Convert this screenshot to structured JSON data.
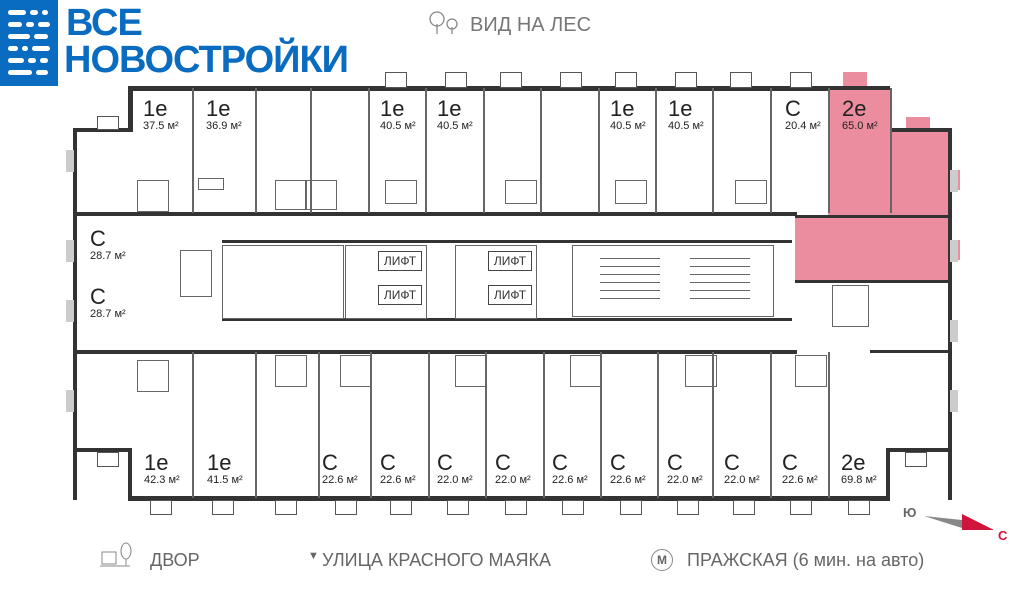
{
  "logo": {
    "line1": "ВСЕ",
    "line2": "НОВОСТРОЙКИ",
    "color": "#0a6cc0"
  },
  "orientation": {
    "top": "ВИД НА ЛЕС",
    "bottom_left": "ДВОР",
    "bottom_center": "УЛИЦА КРАСНОГО МАЯКА",
    "metro": "ПРАЖСКАЯ (6 мин. на авто)",
    "metro_badge": "М",
    "compass_south": "Ю",
    "compass_north": "С"
  },
  "elevator_label": "ЛИФТ",
  "highlight_color": "#e8798e",
  "top_units": [
    {
      "type": "1e",
      "area": "37.5 м²"
    },
    {
      "type": "1e",
      "area": "36.9 м²"
    },
    {
      "type": "1e",
      "area": "40.5 м²"
    },
    {
      "type": "1e",
      "area": "40.5 м²"
    },
    {
      "type": "1e",
      "area": "40.5 м²"
    },
    {
      "type": "1e",
      "area": "40.5 м²"
    },
    {
      "type": "С",
      "area": "20.4 м²"
    },
    {
      "type": "2е",
      "area": "65.0 м²",
      "selected": true
    }
  ],
  "left_units": [
    {
      "type": "С",
      "area": "28.7 м²"
    },
    {
      "type": "С",
      "area": "28.7 м²"
    }
  ],
  "bottom_units": [
    {
      "type": "1e",
      "area": "42.3 м²"
    },
    {
      "type": "1e",
      "area": "41.5 м²"
    },
    {
      "type": "С",
      "area": "22.6 м²"
    },
    {
      "type": "С",
      "area": "22.6 м²"
    },
    {
      "type": "С",
      "area": "22.0 м²"
    },
    {
      "type": "С",
      "area": "22.0 м²"
    },
    {
      "type": "С",
      "area": "22.6 м²"
    },
    {
      "type": "С",
      "area": "22.6 м²"
    },
    {
      "type": "С",
      "area": "22.0 м²"
    },
    {
      "type": "С",
      "area": "22.0 м²"
    },
    {
      "type": "С",
      "area": "22.6 м²"
    },
    {
      "type": "2е",
      "area": "69.8 м²"
    }
  ]
}
